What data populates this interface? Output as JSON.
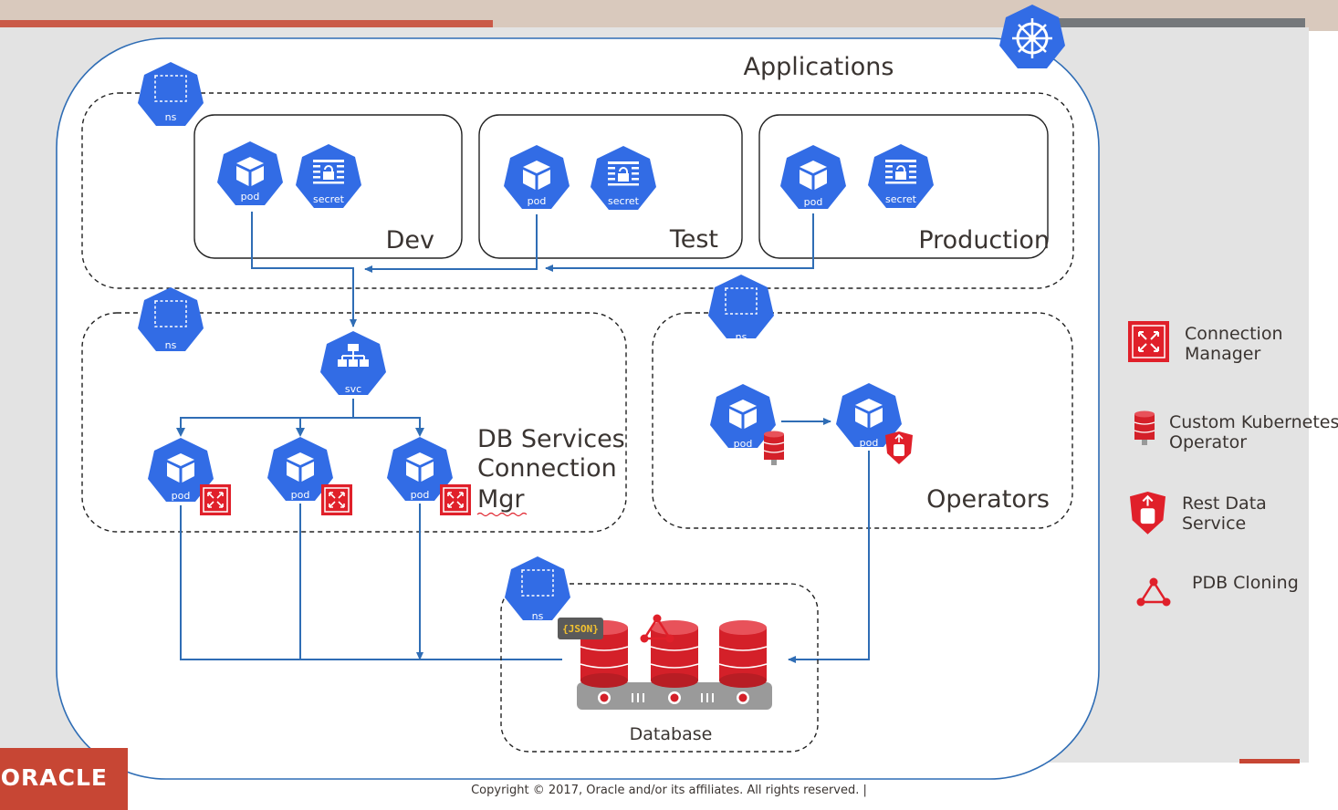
{
  "colors": {
    "k8s_blue": "#326ce5",
    "oracle_red": "#c74634",
    "flow_line": "#2f6db5",
    "panel_bg": "#e3e3e3",
    "text": "#3a3431"
  },
  "diagram": {
    "cluster_title": "Applications",
    "ns_label": "ns",
    "app_envs": [
      {
        "name": "Dev",
        "pod": "pod",
        "secret": "secret"
      },
      {
        "name": "Test",
        "pod": "pod",
        "secret": "secret"
      },
      {
        "name": "Production",
        "pod": "pod",
        "secret": "secret"
      }
    ],
    "db_services": {
      "title_lines": [
        "DB Services",
        "Connection",
        "Mgr"
      ],
      "svc_label": "svc",
      "pods": [
        "pod",
        "pod",
        "pod"
      ]
    },
    "operators": {
      "title": "Operators",
      "pods": [
        "pod",
        "pod"
      ]
    },
    "database": {
      "title": "Database",
      "json_tag": "{JSON}"
    }
  },
  "legend": [
    {
      "icon": "connection-manager-icon",
      "lines": [
        "Connection",
        "Manager"
      ]
    },
    {
      "icon": "custom-operator-icon",
      "lines": [
        "Custom Kubernetes",
        "Operator"
      ]
    },
    {
      "icon": "rest-data-service-icon",
      "lines": [
        "Rest Data",
        "Service"
      ]
    },
    {
      "icon": "pdb-cloning-icon",
      "lines": [
        "PDB Cloning"
      ]
    }
  ],
  "footer": {
    "copyright": "Copyright © 2017, Oracle and/or its affiliates. All rights reserved.  |",
    "logo": "ORACLE"
  }
}
